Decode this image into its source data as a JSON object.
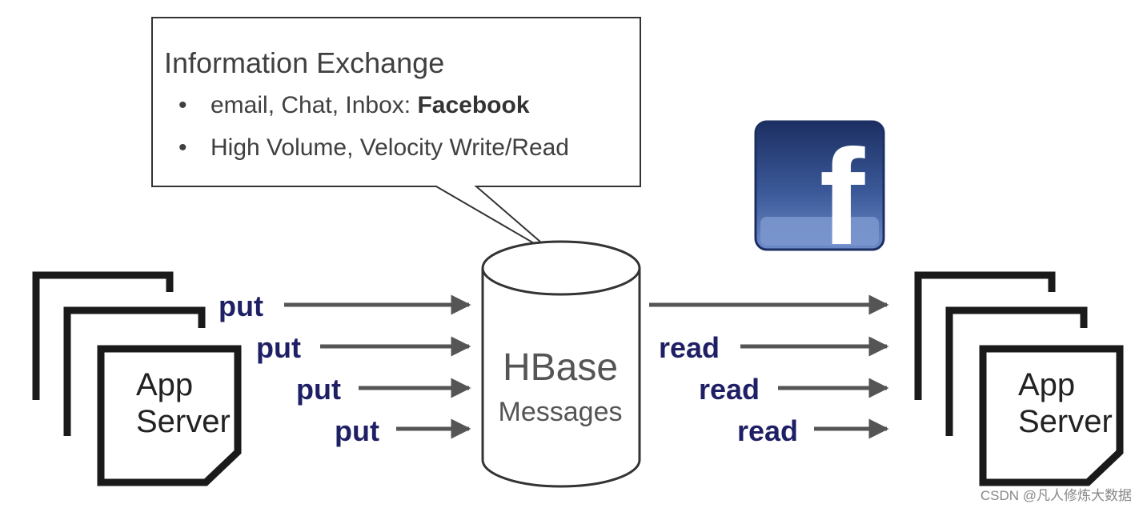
{
  "callout": {
    "title": "Information Exchange",
    "bullets": [
      {
        "text": "email, Chat,  Inbox: ",
        "bold": "Facebook"
      },
      {
        "text": "High Volume, Velocity Write/Read",
        "bold": ""
      }
    ]
  },
  "database": {
    "title": "HBase",
    "subtitle": "Messages"
  },
  "left_servers": {
    "label_line1": "App",
    "label_line2": "Server"
  },
  "right_servers": {
    "label_line1": "App",
    "label_line2": "Server"
  },
  "flows": {
    "in_labels": [
      "put",
      "put",
      "put",
      "put"
    ],
    "out_labels": [
      "read",
      "read",
      "read"
    ]
  },
  "logo": {
    "letter": "f",
    "name": "facebook-logo"
  },
  "watermark": "CSDN @凡人修炼大数据",
  "colors": {
    "label_text": "#1f1f66",
    "arrow": "#555555",
    "logo_dark": "#2d4373",
    "logo_light": "#5b79b8"
  }
}
